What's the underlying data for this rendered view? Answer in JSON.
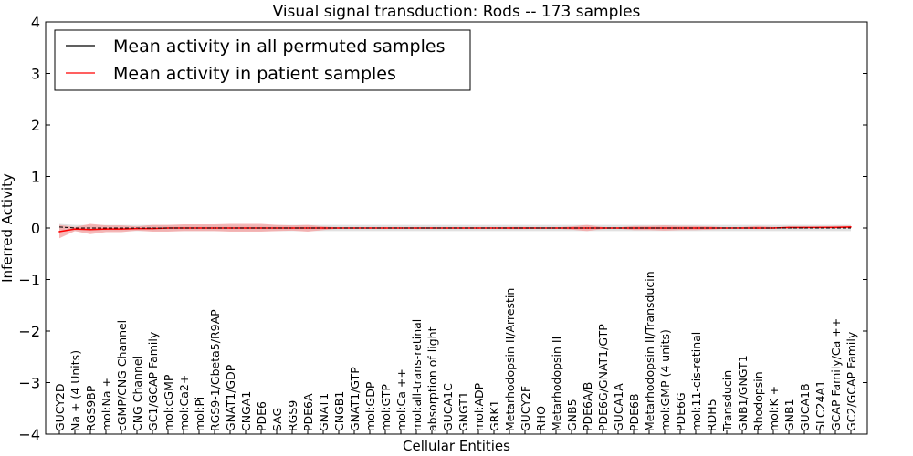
{
  "chart_data": {
    "type": "line",
    "title": "Visual signal transduction: Rods -- 173 samples",
    "xlabel": "Cellular Entities",
    "ylabel": "Inferred Activity",
    "ylim": [
      -4,
      4
    ],
    "yticks": [
      "−4",
      "−3",
      "−2",
      "−1",
      "0",
      "1",
      "2",
      "3",
      "4"
    ],
    "grid": false,
    "legend_position": "top-left",
    "categories": [
      "GUCY2D",
      "Na + (4 Units)",
      "RGS9BP",
      "mol:Na +",
      "cGMP/CNG Channel",
      "CNG Channel",
      "GC1/GCAP Family",
      "mol:cGMP",
      "mol:Ca2+",
      "mol:Pi",
      "RGS9-1/Gbeta5/R9AP",
      "GNAT1/GDP",
      "CNGA1",
      "PDE6",
      "SAG",
      "RGS9",
      "PDE6A",
      "GNAT1",
      "CNGB1",
      "GNAT1/GTP",
      "mol:GDP",
      "mol:GTP",
      "mol:Ca ++",
      "mol:all-trans-retinal",
      "absorption of light",
      "GUCA1C",
      "GNGT1",
      "mol:ADP",
      "GRK1",
      "Metarhodopsin II/Arrestin",
      "GUCY2F",
      "RHO",
      "Metarhodopsin II",
      "GNB5",
      "PDE6A/B",
      "PDE6G/GNAT1/GTP",
      "GUCA1A",
      "PDE6B",
      "Metarhodopsin II/Transducin",
      "mol:GMP (4 units)",
      "PDE6G",
      "mol:11-cis-retinal",
      "RDH5",
      "Transducin",
      "GNB1/GNGT1",
      "Rhodopsin",
      "mol:K +",
      "GNB1",
      "GUCA1B",
      "SLC24A1",
      "GCAP Family/Ca ++",
      "GC2/GCAP Family"
    ],
    "series": [
      {
        "name": "Mean activity in all permuted samples",
        "color": "#000000",
        "band_color": "#d9d9d9",
        "values": [
          0.02,
          0,
          0,
          0,
          0,
          0,
          0,
          0,
          0,
          0,
          0,
          0,
          0,
          0,
          0,
          0,
          0,
          0,
          0,
          0,
          0,
          0,
          0,
          0,
          0,
          0,
          0,
          0,
          0,
          0,
          0,
          0,
          0,
          0,
          0,
          0,
          0,
          0,
          0,
          0,
          0,
          0,
          0,
          0,
          0,
          0,
          0,
          0,
          0,
          0,
          0,
          0
        ],
        "band_halfwidth": 0.06
      },
      {
        "name": "Mean activity in patient samples",
        "color": "#ff0000",
        "band_color": "#f4a0a0",
        "values": [
          -0.07,
          -0.02,
          -0.03,
          -0.02,
          -0.02,
          -0.01,
          -0.01,
          0,
          0,
          0,
          0,
          0,
          0,
          0,
          0,
          0,
          0,
          0,
          0,
          0,
          0,
          0,
          0,
          0,
          0,
          0,
          0,
          0,
          0,
          0,
          0,
          0,
          0,
          0,
          0,
          0,
          0,
          0,
          0,
          0,
          0,
          0,
          0,
          0,
          0,
          0,
          0,
          0.01,
          0.01,
          0.01,
          0.01,
          0.02
        ],
        "upper": [
          0.06,
          0.02,
          0.08,
          0.05,
          0.05,
          0.03,
          0.06,
          0.06,
          0.07,
          0.07,
          0.07,
          0.08,
          0.08,
          0.08,
          0.06,
          0.05,
          0.06,
          0.03,
          0.01,
          0.01,
          0.01,
          0.01,
          0.01,
          0.01,
          0.01,
          0.01,
          0.01,
          0.01,
          0.01,
          0.02,
          0.02,
          0.01,
          0.01,
          0.03,
          0.06,
          0.02,
          0.01,
          0.04,
          0.04,
          0.05,
          0.04,
          0.04,
          0.03,
          0.01,
          0.02,
          0.04,
          0.02,
          0.02,
          0.02,
          0.03,
          0.04,
          0.04
        ],
        "lower": [
          -0.2,
          -0.06,
          -0.12,
          -0.08,
          -0.08,
          -0.05,
          -0.07,
          -0.07,
          -0.06,
          -0.06,
          -0.06,
          -0.07,
          -0.07,
          -0.07,
          -0.06,
          -0.05,
          -0.07,
          -0.04,
          -0.01,
          -0.01,
          -0.01,
          -0.01,
          -0.01,
          -0.01,
          -0.01,
          -0.01,
          -0.01,
          -0.01,
          -0.01,
          -0.02,
          -0.02,
          -0.01,
          -0.01,
          -0.03,
          -0.06,
          -0.02,
          -0.01,
          -0.04,
          -0.04,
          -0.05,
          -0.04,
          -0.04,
          -0.03,
          -0.01,
          -0.01,
          -0.02,
          -0.01,
          -0.01,
          -0.01,
          0,
          0,
          0
        ]
      }
    ]
  }
}
